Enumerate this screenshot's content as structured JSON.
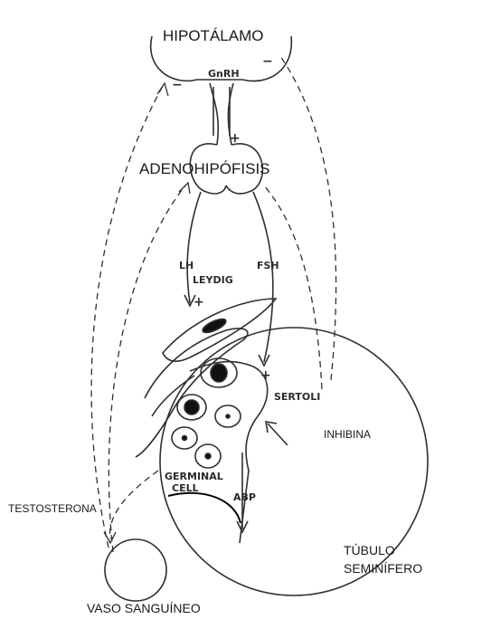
{
  "labels": {
    "hypothalamus": "HIPOTÁLAMO",
    "adenohypophysis": "ADENOHIPÓFISIS",
    "inhibin": "INHIBINA",
    "testosterone": "TESTOSTERONA",
    "seminiferous_tubule_line1": "TÚBULO",
    "seminiferous_tubule_line2": "SEMINÍFERO",
    "blood_vessel": "VASO SANGUÍNEO"
  },
  "scan_labels": {
    "gnrh": "GnRH",
    "lh": "LH",
    "fsh": "FSH",
    "leydig": "LEYDIG",
    "sertoli": "SERTOLI",
    "germinal": "GERMINAL",
    "cell": "CELL",
    "abp": "ABP",
    "plus_gnrh": "+",
    "plus_lh": "+",
    "plus_fsh": "+",
    "minus_left": "−",
    "minus_right": "−"
  },
  "colors": {
    "line": "#2f2f2f",
    "text": "#1a1a1a"
  }
}
